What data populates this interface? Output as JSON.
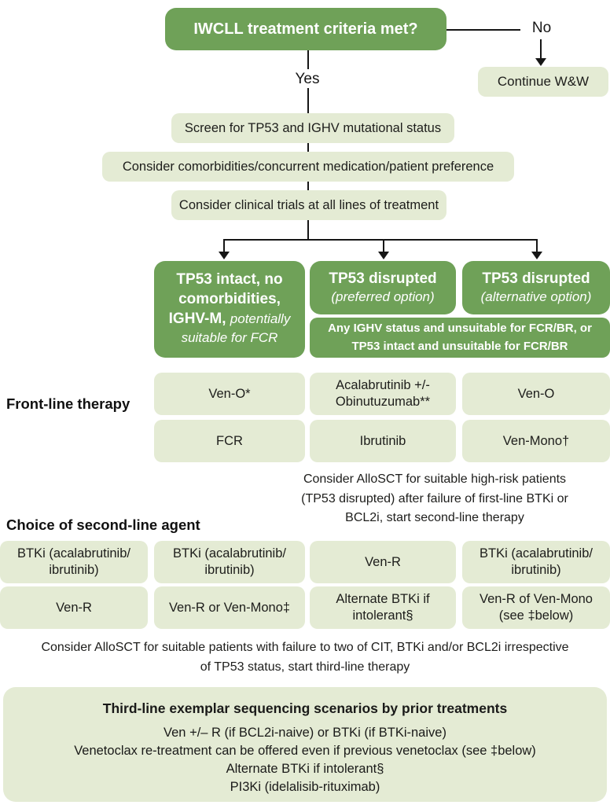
{
  "palette": {
    "dark_green": "#6FA158",
    "light_green": "#E4EBD4",
    "line": "#161616",
    "text_dark": "#1A1A19",
    "text_white": "#FFFFFF"
  },
  "flow": {
    "decision": "IWCLL treatment criteria met?",
    "no_label": "No",
    "yes_label": "Yes",
    "continue_ww": "Continue W&W",
    "steps": [
      "Screen for TP53 and IGHV mutational status",
      "Consider comorbidities/concurrent medication/patient preference",
      "Consider clinical trials at all lines of treatment"
    ]
  },
  "branches": {
    "left": {
      "bold": "TP53 intact, no comorbidities, IGHV-M,",
      "italic": "potentially suitable for FCR"
    },
    "middle": {
      "bold": "TP53 disrupted",
      "italic": "(preferred option)"
    },
    "right": {
      "bold": "TP53 disrupted",
      "italic": "(alternative option)"
    },
    "span_lines": [
      "Any IGHV status and unsuitable for FCR/BR, or",
      "TP53 intact and unsuitable for FCR/BR"
    ]
  },
  "frontline": {
    "label": "Front-line therapy",
    "columns": [
      {
        "rows": [
          "Ven-O*",
          "FCR"
        ]
      },
      {
        "rows": [
          "Acalabrutinib +/- Obinutuzumab**",
          "Ibrutinib"
        ]
      },
      {
        "rows": [
          "Ven-O",
          "Ven-Mono†"
        ]
      }
    ]
  },
  "notes": {
    "allosct_second": [
      "Consider AlloSCT for suitable high-risk patients",
      "(TP53 disrupted) after failure of first-line BTKi or",
      "BCL2i, start second-line therapy"
    ],
    "allosct_third": [
      "Consider AlloSCT for suitable patients with failure to two of CIT, BTKi and/or BCL2i irrespective",
      "of TP53 status, start third-line therapy"
    ]
  },
  "secondline": {
    "label": "Choice of second-line agent",
    "columns": [
      {
        "rows": [
          "BTKi (acalabrutinib/ ibrutinib)",
          "Ven-R"
        ]
      },
      {
        "rows": [
          "BTKi (acalabrutinib/ ibrutinib)",
          "Ven-R or Ven-Mono‡"
        ]
      },
      {
        "rows": [
          "Ven-R",
          "Alternate BTKi if intolerant§"
        ]
      },
      {
        "rows": [
          "BTKi (acalabrutinib/ ibrutinib)",
          "Ven-R of Ven-Mono (see ‡below)"
        ]
      }
    ]
  },
  "thirdline": {
    "title": "Third-line exemplar sequencing scenarios by prior treatments",
    "lines": [
      "Ven +/– R (if BCL2i-naive) or BTKi (if BTKi-naive)",
      "Venetoclax re-treatment can be offered even if previous venetoclax (see ‡below)",
      "Alternate BTKi if intolerant§",
      "PI3Ki (idelalisib-rituximab)"
    ]
  }
}
